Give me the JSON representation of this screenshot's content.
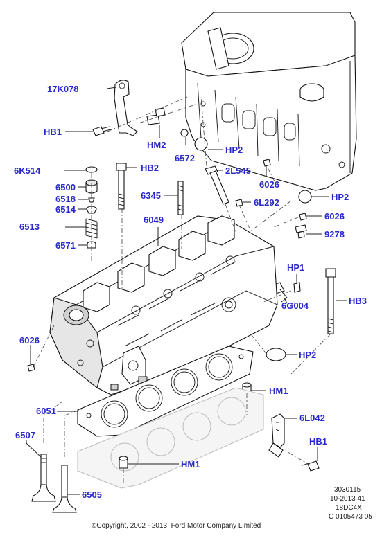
{
  "callouts": {
    "c17K078": "17K078",
    "cHB1_top": "HB1",
    "cHM2": "HM2",
    "c6572": "6572",
    "cHP2_top": "HP2",
    "c6K514": "6K514",
    "cHB2": "HB2",
    "c2L545": "2L545",
    "c6026_top": "6026",
    "c6500": "6500",
    "c6345": "6345",
    "cHP2_mid": "HP2",
    "c6518": "6518",
    "c6L292": "6L292",
    "c6514": "6514",
    "c6026_mid": "6026",
    "c6049": "6049",
    "c6513": "6513",
    "c9278": "9278",
    "c6571": "6571",
    "cHP1": "HP1",
    "cHB3": "HB3",
    "c6G004": "6G004",
    "c6026_left": "6026",
    "cHP2_low": "HP2",
    "cHM1_right": "HM1",
    "c6051": "6051",
    "c6L042": "6L042",
    "c6507": "6507",
    "cHB1_low": "HB1",
    "cHM1_low": "HM1",
    "c6505": "6505"
  },
  "footer": {
    "ref1": "3030115",
    "ref2": "10-2013 41",
    "ref3": "18DC4X",
    "ref4": "C 0105473 05",
    "copyright": "©Copyright, 2002 - 2013, Ford Motor Company Limited"
  },
  "colors": {
    "label": "#2a2acc",
    "line": "#222222"
  }
}
